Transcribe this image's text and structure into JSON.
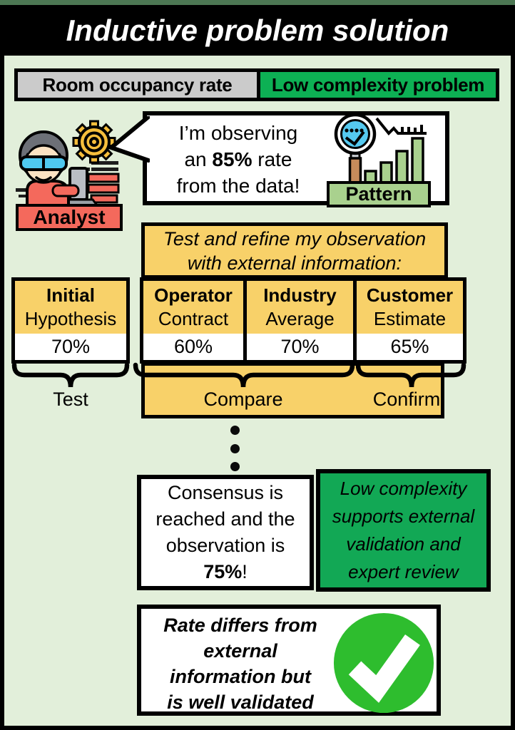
{
  "title": "Inductive problem solution",
  "header": {
    "problem": "Room occupancy rate",
    "complexity": "Low complexity problem"
  },
  "analyst": {
    "label": "Analyst"
  },
  "speech": {
    "line1": "I’m observing",
    "line2_pre": "an ",
    "line2_bold": "85%",
    "line2_post": " rate",
    "line3": "from the data!"
  },
  "pattern": {
    "label": "Pattern"
  },
  "instruction": {
    "lines": [
      "Test and refine my observation",
      "with external information:"
    ]
  },
  "table": {
    "columns": [
      {
        "title": "Initial",
        "subtitle": "Hypothesis",
        "value": "70%"
      },
      {
        "title": "Operator",
        "subtitle": "Contract",
        "value": "60%"
      },
      {
        "title": "Industry",
        "subtitle": "Average",
        "value": "70%"
      },
      {
        "title": "Customer",
        "subtitle": "Estimate",
        "value": "65%"
      }
    ]
  },
  "braces": {
    "test": "Test",
    "compare": "Compare",
    "confirm": "Confirm"
  },
  "consensus": {
    "line1": "Consensus is",
    "line2": "reached and the",
    "line3": "observation is",
    "value_bold": "75%",
    "suffix": "!"
  },
  "note": {
    "lines": [
      "Low complexity",
      "supports external",
      "validation and",
      "expert review"
    ]
  },
  "conclusion": {
    "lines": [
      "Rate differs from",
      "external",
      "information but",
      "is well validated"
    ]
  },
  "colors": {
    "background": "#E2EFDA",
    "banner": "#000000",
    "green_accent": "#0DB054",
    "yellow_accent": "#F8D169",
    "salmon_accent": "#F4695C",
    "light_green_accent": "#A9D18E",
    "check_green": "#2EBD2E",
    "gray_header": "#CBCBCB"
  }
}
